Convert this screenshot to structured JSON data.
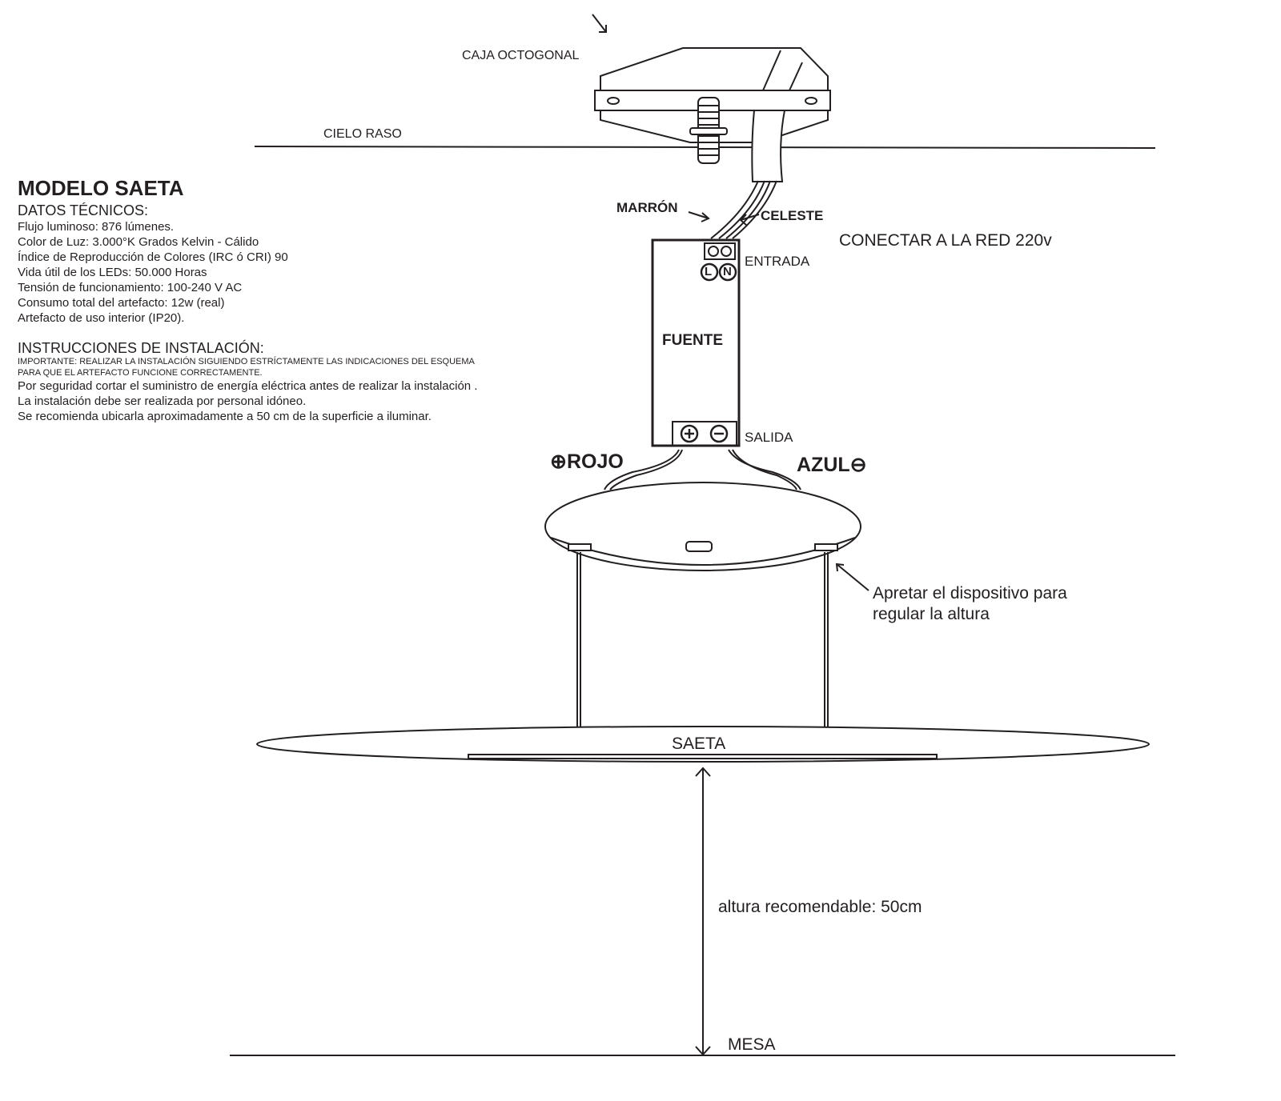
{
  "title": "MODELO SAETA",
  "datos": {
    "heading": "DATOS TÉCNICOS:",
    "lines": [
      "Flujo luminoso: 876 lúmenes.",
      "Color de Luz: 3.000°K Grados Kelvin - Cálido",
      "Índice de Reproducción de Colores (IRC ó CRI) 90",
      "Vida útil de los LEDs: 50.000 Horas",
      "Tensión de funcionamiento: 100-240 V AC",
      "Consumo total del artefacto: 12w (real)",
      "Artefacto de uso interior (IP20)."
    ]
  },
  "instrucciones": {
    "heading": "INSTRUCCIONES DE INSTALACIÓN:",
    "important": [
      "IMPORTANTE: REALIZAR LA INSTALACIÓN SIGUIENDO ESTRÍCTAMENTE LAS INDICACIONES DEL ESQUEMA",
      "PARA QUE EL ARTEFACTO FUNCIONE CORRECTAMENTE."
    ],
    "lines": [
      "Por seguridad cortar el suministro de energía eléctrica antes de realizar la instalación .",
      "La instalación debe ser realizada por personal idóneo.",
      "Se recomienda ubicarla aproximadamente a 50 cm de la superficie a iluminar."
    ]
  },
  "labels": {
    "caja": "CAJA OCTOGONAL",
    "cielo": "CIELO RASO",
    "marron": "MARRÓN",
    "celeste": "CELESTE",
    "red": "CONECTAR A LA RED 220v",
    "entrada": "ENTRADA",
    "fuente": "FUENTE",
    "salida": "SALIDA",
    "L": "L",
    "N": "N",
    "rojo": "ROJO",
    "azul": "AZUL",
    "apretar": [
      "Apretar el dispositivo para",
      "regular la altura"
    ],
    "saeta": "SAETA",
    "altura": "altura recomendable: 50cm",
    "mesa": "MESA"
  }
}
